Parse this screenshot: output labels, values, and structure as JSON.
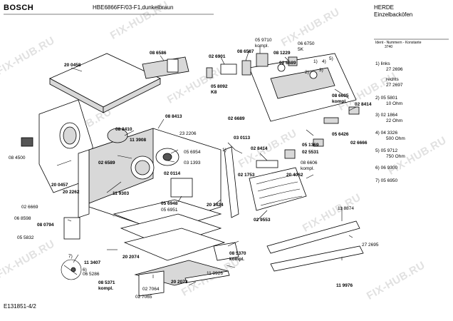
{
  "header": {
    "brand": "BOSCH",
    "model": "HBE6866FF/03-F1,dunkelbraun",
    "category": "HERDE",
    "subcategory": "Einzelbacköfen",
    "ident_label": "Ident - Nummern - Konstante",
    "ident_value": "3740"
  },
  "footer": {
    "doc_id": "E131851-4/2"
  },
  "watermark": "FIX-HUB.RU",
  "sidebar": {
    "items": [
      {
        "text": "1)  links"
      },
      {
        "text": "27 2696"
      },
      {
        "text": "rechts"
      },
      {
        "text": "27 2697"
      },
      {
        "text": "2)  05 5801"
      },
      {
        "text": "10 Ohm"
      },
      {
        "text": "3)  02 1864"
      },
      {
        "text": "22 Ohm"
      },
      {
        "text": "4)  04 3326"
      },
      {
        "text": "500 Ohm"
      },
      {
        "text": "5)  05 9712"
      },
      {
        "text": "750 Ohm"
      },
      {
        "text": "6)  06 9300"
      },
      {
        "text": "7)  05 6950"
      }
    ]
  },
  "labels": {
    "l01": "20 0458",
    "l02": "08 6586",
    "l03": "08 6587",
    "l04": "02 6901",
    "l05": "05 8092",
    "l06": "K8",
    "l07": "05 9710",
    "l08": "kompl.",
    "l09": "06 6750",
    "l10": "5K",
    "l11": "08 1229",
    "l12": "02 6689",
    "l13": "08 6605",
    "l14": "kompl.",
    "l15": "02 8414",
    "l16": "08 8413",
    "l17": "08 8410",
    "l18": "11 3908",
    "l19": "23 2206",
    "l20": "02 6589",
    "l21": "05 6954",
    "l22": "03 1393",
    "l23": "02 0114",
    "l24": "02 6689",
    "l25": "03 0113",
    "l26": "05 6426",
    "l27": "02 6666",
    "l28": "08 4500",
    "l29": "20 0457",
    "l30": "20 2262",
    "l31": "11 9303",
    "l32": "05 6948",
    "l33": "05 6951",
    "l34": "20 3424",
    "l35": "02 8414",
    "l36": "05 1369",
    "l37": "02 5531",
    "l38": "08 6606",
    "l39": "kompl.",
    "l40": "02 1753",
    "l41": "20 4062",
    "l42": "02 9553",
    "l43": "02 6669",
    "l44": "06 8598",
    "l45": "08 0794",
    "l46": "05 5832",
    "l47": "11 3407",
    "l48": "20 2074",
    "l49": "06 5286",
    "l50": "20 2073",
    "l51": "08 5371",
    "l52": "kompl.",
    "l53": "02 7064",
    "l54": "02 7065",
    "l55": "08 5370",
    "l56": "kompl.",
    "l57": "11 9926",
    "l58": "11 8874",
    "l59": "27 2695",
    "l60": "11 9976",
    "l61": "7)",
    "l62": "6)",
    "l63": "1)",
    "l64": "1)",
    "l65": "3)",
    "l66": "4)",
    "l67": "5)",
    "l68": "2)"
  }
}
